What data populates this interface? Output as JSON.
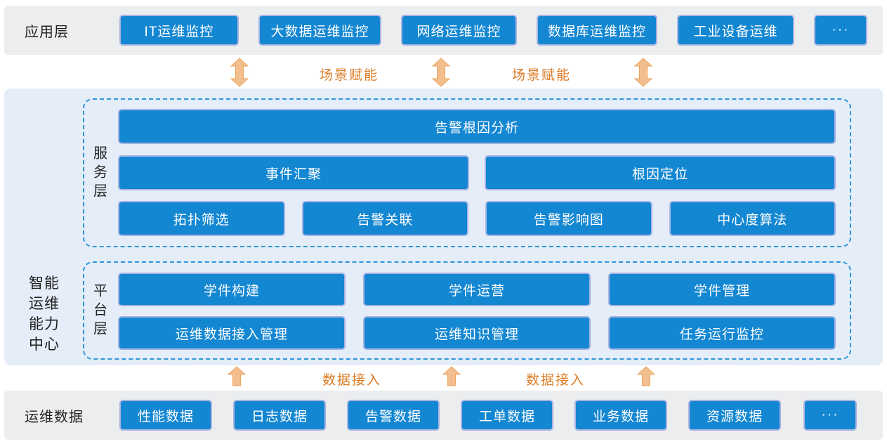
{
  "colors": {
    "band_gray": "#ECEDEF",
    "band_blue": "#E4EDF8",
    "node_blue": "#1487D2",
    "node_border": "#A9B3E2",
    "dashed_border": "#2E96DB",
    "arrow_fill": "#F2BE8E",
    "arrow_stroke": "#EBA45F",
    "flow_text": "#DC7C27"
  },
  "app_layer": {
    "label": "应用层",
    "items": [
      "IT运维监控",
      "大数据运维监控",
      "网络运维监控",
      "数据库运维监控",
      "工业设备运维",
      "···"
    ]
  },
  "scene_flow": {
    "label1": "场景赋能",
    "label2": "场景赋能"
  },
  "capability_center": {
    "label": "智能\n运维\n能力\n中心",
    "service_layer": {
      "label": "服\n务\n层",
      "row1": [
        "告警根因分析"
      ],
      "row2": [
        "事件汇聚",
        "根因定位"
      ],
      "row3": [
        "拓扑筛选",
        "告警关联",
        "告警影响图",
        "中心度算法"
      ]
    },
    "platform_layer": {
      "label": "平\n台\n层",
      "row1": [
        "学件构建",
        "学件运营",
        "学件管理"
      ],
      "row2": [
        "运维数据接入管理",
        "运维知识管理",
        "任务运行监控"
      ]
    }
  },
  "data_flow": {
    "label1": "数据接入",
    "label2": "数据接入"
  },
  "data_layer": {
    "label": "运维数据",
    "items": [
      "性能数据",
      "日志数据",
      "告警数据",
      "工单数据",
      "业务数据",
      "资源数据",
      "···"
    ]
  }
}
